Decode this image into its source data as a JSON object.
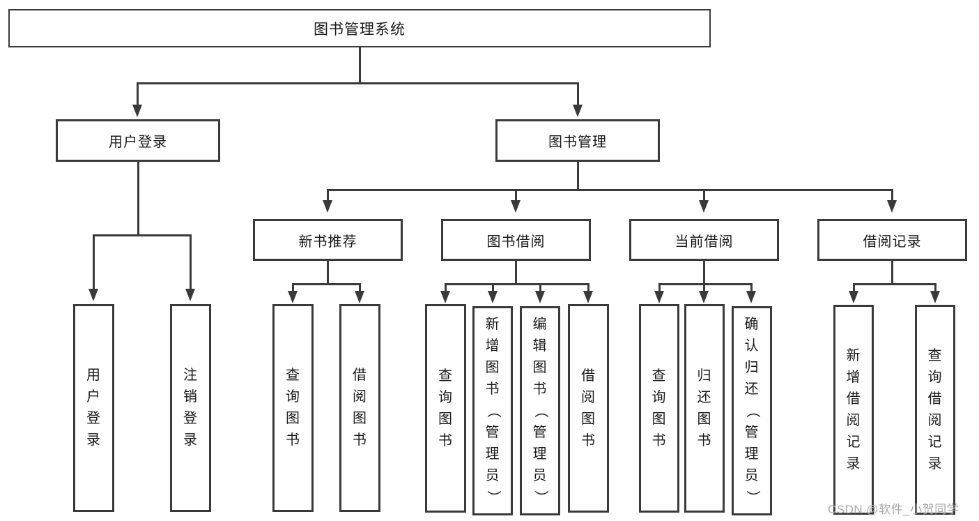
{
  "colors": {
    "line": "#3a3a3a",
    "text": "#1a1a1a",
    "background": "#ffffff",
    "watermark": "#a8a8a8"
  },
  "root": {
    "label": "图书管理系统"
  },
  "level2": {
    "user_login": {
      "label": "用户登录",
      "children": [
        "用户登录",
        "注销登录"
      ]
    },
    "book_mgmt": {
      "label": "图书管理"
    }
  },
  "level3": {
    "new_books": {
      "label": "新书推荐",
      "children": [
        "查询图书",
        "借阅图书"
      ]
    },
    "book_borrow": {
      "label": "图书借阅",
      "children": [
        "查询图书",
        "新增图书（管理员）",
        "编辑图书（管理员）",
        "借阅图书"
      ]
    },
    "current_borrow": {
      "label": "当前借阅",
      "children": [
        "查询图书",
        "归还图书",
        "确认归还（管理员）"
      ]
    },
    "borrow_records": {
      "label": "借阅记录",
      "children": [
        "新增借阅记录",
        "查询借阅记录"
      ]
    }
  },
  "watermark": "CSDN @软件_小贺同学"
}
